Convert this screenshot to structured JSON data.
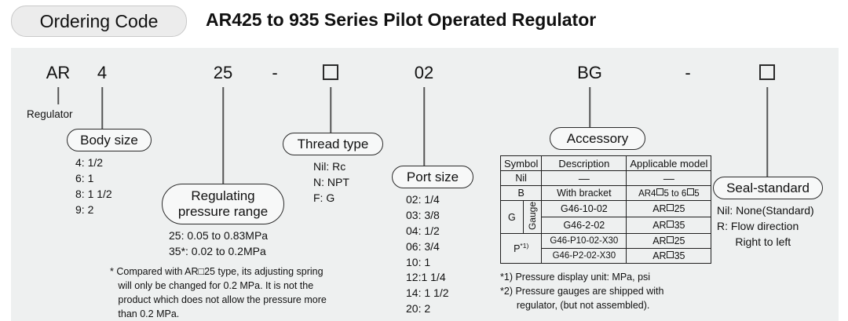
{
  "header": {
    "badge": "Ordering Code",
    "title": "AR425 to 935 Series Pilot Operated Regulator"
  },
  "code_segments": [
    {
      "name": "series",
      "text": "AR"
    },
    {
      "name": "body-size",
      "text": "4"
    },
    {
      "name": "pressure-range",
      "text": "25"
    },
    {
      "name": "separator-1",
      "text": "-"
    },
    {
      "name": "thread-type",
      "text": "□"
    },
    {
      "name": "port-size",
      "text": "02"
    },
    {
      "name": "accessory",
      "text": "BG"
    },
    {
      "name": "separator-2",
      "text": "-"
    },
    {
      "name": "seal-standard",
      "text": "□"
    }
  ],
  "regulator_label": "Regulator",
  "body_size": {
    "label": "Body size",
    "options": "4: 1/2\n6: 1\n8: 1 1/2\n9: 2"
  },
  "pressure_range": {
    "label_line1": "Regulating",
    "label_line2": "pressure range",
    "options": "25: 0.05 to 0.83MPa\n35*: 0.02 to 0.2MPa",
    "footnote": "* Compared with AR□25 type, its adjusting spring\n   will only be changed for 0.2 MPa. It is not the\n   product which does not allow the pressure more\n   than 0.2 MPa."
  },
  "thread_type": {
    "label": "Thread type",
    "options": "Nil: Rc\nN: NPT\nF: G"
  },
  "port_size": {
    "label": "Port size",
    "options": "02: 1/4\n03: 3/8\n04: 1/2\n06: 3/4\n10: 1\n12:1 1/4\n14: 1 1/2\n20: 2"
  },
  "accessory": {
    "label": "Accessory",
    "columns": [
      "Symbol",
      "Description",
      "Applicable model"
    ],
    "rows": [
      {
        "symbol": "Nil",
        "sub": "",
        "description": "—",
        "model": "—"
      },
      {
        "symbol": "B",
        "sub": "",
        "description": "With bracket",
        "model": "AR4□5 to 6□5"
      },
      {
        "symbol": "G",
        "sub": "Gauge",
        "description": "G46-10-02",
        "model": "AR□25"
      },
      {
        "symbol": "G",
        "sub": "Gauge",
        "description": "G46-2-02",
        "model": "AR□35"
      },
      {
        "symbol": "P",
        "sub": "",
        "description": "G46-P10-02-X30",
        "model": "AR□25"
      },
      {
        "symbol": "P",
        "sub": "",
        "description": "G46-P2-02-X30",
        "model": "AR□35"
      }
    ],
    "p_superscript": "*1)",
    "footnotes": "*1) Pressure display unit: MPa, psi\n*2) Pressure gauges are shipped with\n      regulator, (but not assembled)."
  },
  "seal_standard": {
    "label": "Seal-standard",
    "options": "Nil: None(Standard)\nR: Flow direction\n      Right to left"
  },
  "colors": {
    "panel_bg": "#eef0f0",
    "badge_bg": "#ececec",
    "line": "#555555",
    "text": "#111111"
  }
}
